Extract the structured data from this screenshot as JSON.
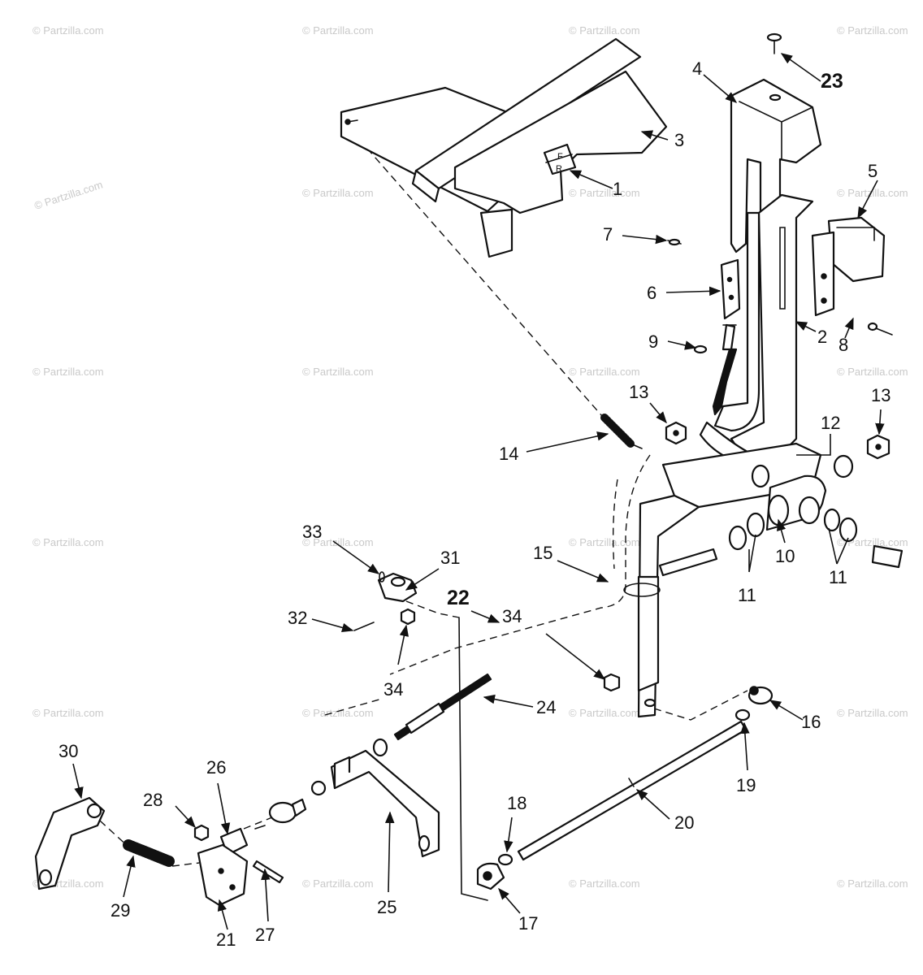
{
  "watermark": "© Partzilla.com",
  "decal": {
    "forward": "F",
    "reverse": "R"
  },
  "callouts": {
    "c1": "1",
    "c2": "2",
    "c3": "3",
    "c4": "4",
    "c5": "5",
    "c6": "6",
    "c7": "7",
    "c8": "8",
    "c9": "9",
    "c10": "10",
    "c11a": "11",
    "c11b": "11",
    "c12": "12",
    "c13a": "13",
    "c13b": "13",
    "c14": "14",
    "c15": "15",
    "c16": "16",
    "c17": "17",
    "c18": "18",
    "c19": "19",
    "c20": "20",
    "c21": "21",
    "c22": "22",
    "c23": "23",
    "c24": "24",
    "c25": "25",
    "c26": "26",
    "c27": "27",
    "c28": "28",
    "c29": "29",
    "c30": "30",
    "c31": "31",
    "c32": "32",
    "c33": "33",
    "c34a": "34",
    "c34b": "34"
  }
}
